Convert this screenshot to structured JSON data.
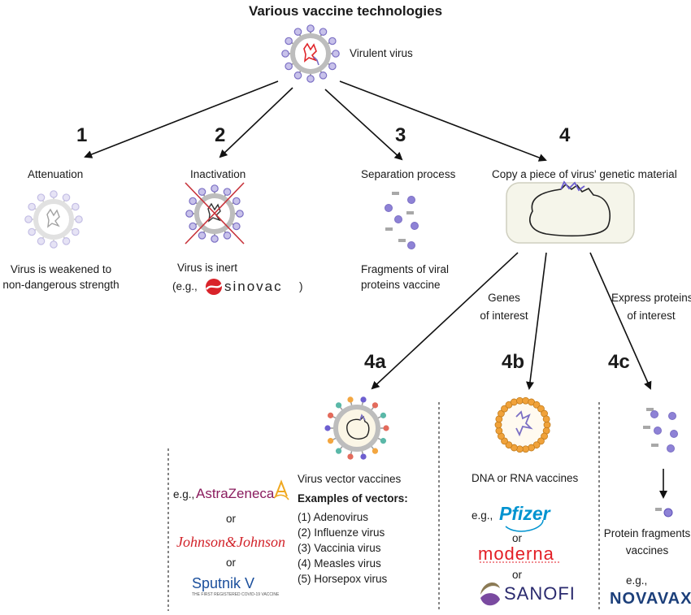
{
  "title": "Various vaccine technologies",
  "top_virus_label": "Virulent virus",
  "branches": [
    {
      "num": "1",
      "label": "Attenuation",
      "desc_l1": "Virus is weakened to",
      "desc_l2": "non-dangerous strength"
    },
    {
      "num": "2",
      "label": "Inactivation",
      "desc_l1": "Virus is inert",
      "eg": "(e.g.,",
      "brand": "sinovac",
      "close": ")"
    },
    {
      "num": "3",
      "label": "Separation process",
      "desc_l1": "Fragments of viral",
      "desc_l2": "proteins vaccine"
    },
    {
      "num": "4",
      "label": "Copy a piece of virus' genetic material"
    }
  ],
  "sub_arrows": {
    "genes_l1": "Genes",
    "genes_l2": "of interest",
    "express_l1": "Express proteins",
    "express_l2": "of interest"
  },
  "sub_branches": [
    {
      "num": "4a",
      "label": "Virus vector vaccines",
      "examples_title": "Examples of vectors:",
      "examples": [
        "(1) Adenovirus",
        "(2) Influenze virus",
        "(3) Vaccinia virus",
        "(4) Measles virus",
        "(5) Horsepox virus"
      ],
      "eg": "e.g.,",
      "or1": "or",
      "or2": "or",
      "brands": [
        "AstraZeneca",
        "Johnson&Johnson",
        "Sputnik V"
      ],
      "sputnik_sub": "THE FIRST REGISTERED COVID-19 VACCINE"
    },
    {
      "num": "4b",
      "label": "DNA or RNA vaccines",
      "eg": "e.g.,",
      "or1": "or",
      "or2": "or",
      "brands": [
        "Pfizer",
        "moderna",
        "SANOFI"
      ]
    },
    {
      "num": "4c",
      "label_l1": "Protein fragments",
      "label_l2": "vaccines",
      "eg": "e.g.,",
      "brands": [
        "NOVAVAX"
      ]
    }
  ],
  "colors": {
    "spike_purple": "#7b6fc4",
    "spike_light": "#c8c2ea",
    "capsid_gray": "#bdbdbd",
    "red_strand": "#e0262b",
    "orange_lipid": "#f0a23a",
    "astrazeneca": "#8a1c5e",
    "jnj": "#d2232a",
    "sputnik": "#1b4f9c",
    "pfizer": "#0093d0",
    "moderna": "#e31e25",
    "sanofi": "#2a2a6e",
    "novavax": "#1c3f7a"
  }
}
